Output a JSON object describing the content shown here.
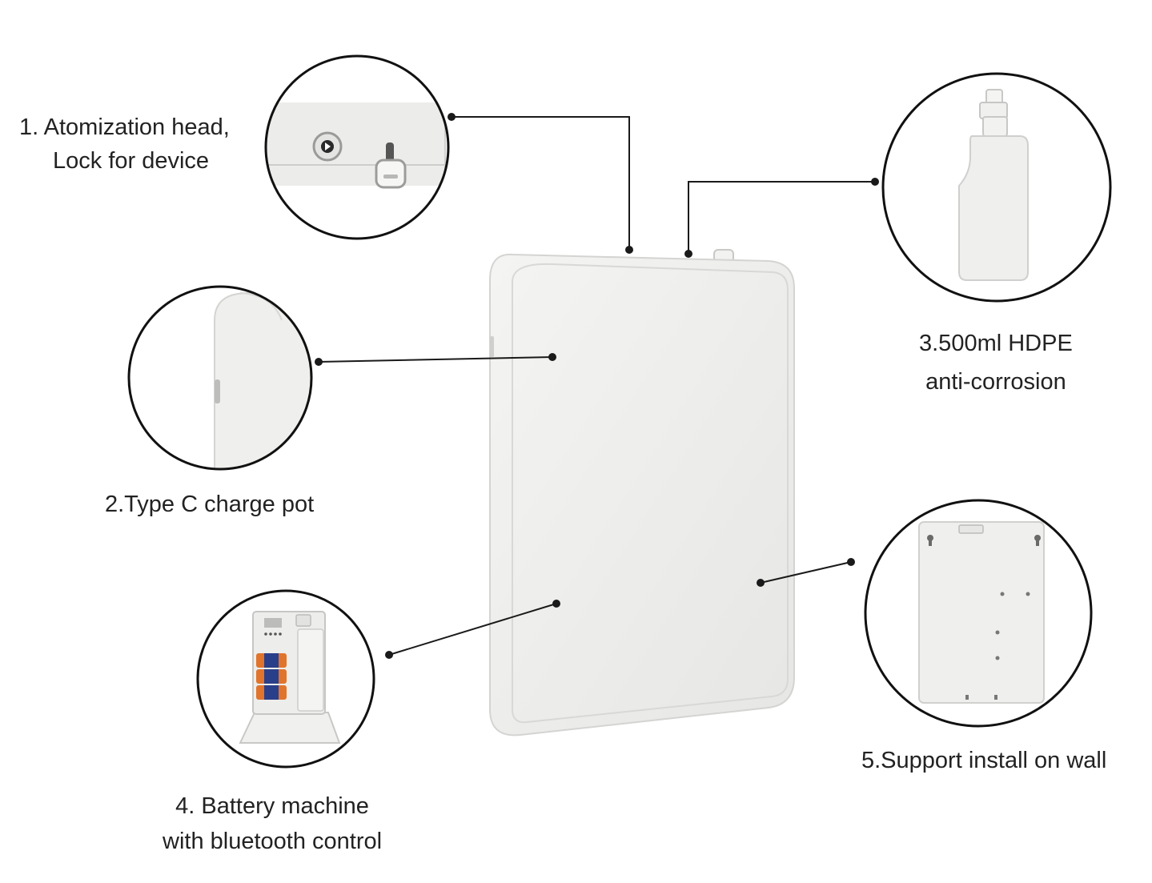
{
  "callouts": [
    {
      "id": "atomization-head",
      "lines": [
        "1.  Atomization head,",
        "Lock for device"
      ]
    },
    {
      "id": "type-c-port",
      "lines": [
        "2.Type C charge pot"
      ]
    },
    {
      "id": "hdpe-bottle",
      "lines": [
        "3.500ml HDPE",
        "anti-corrosion"
      ]
    },
    {
      "id": "battery-machine",
      "lines": [
        "4. Battery machine",
        "with bluetooth control"
      ]
    },
    {
      "id": "wall-install",
      "lines": [
        "5.Support install on wall"
      ]
    }
  ],
  "colors": {
    "device_body": "#eeeeec",
    "device_edge": "#d4d4d2",
    "leader_line": "#1a1a1a",
    "label_text": "#222222",
    "battery_orange": "#e0742c",
    "battery_blue": "#2a3f8a"
  }
}
